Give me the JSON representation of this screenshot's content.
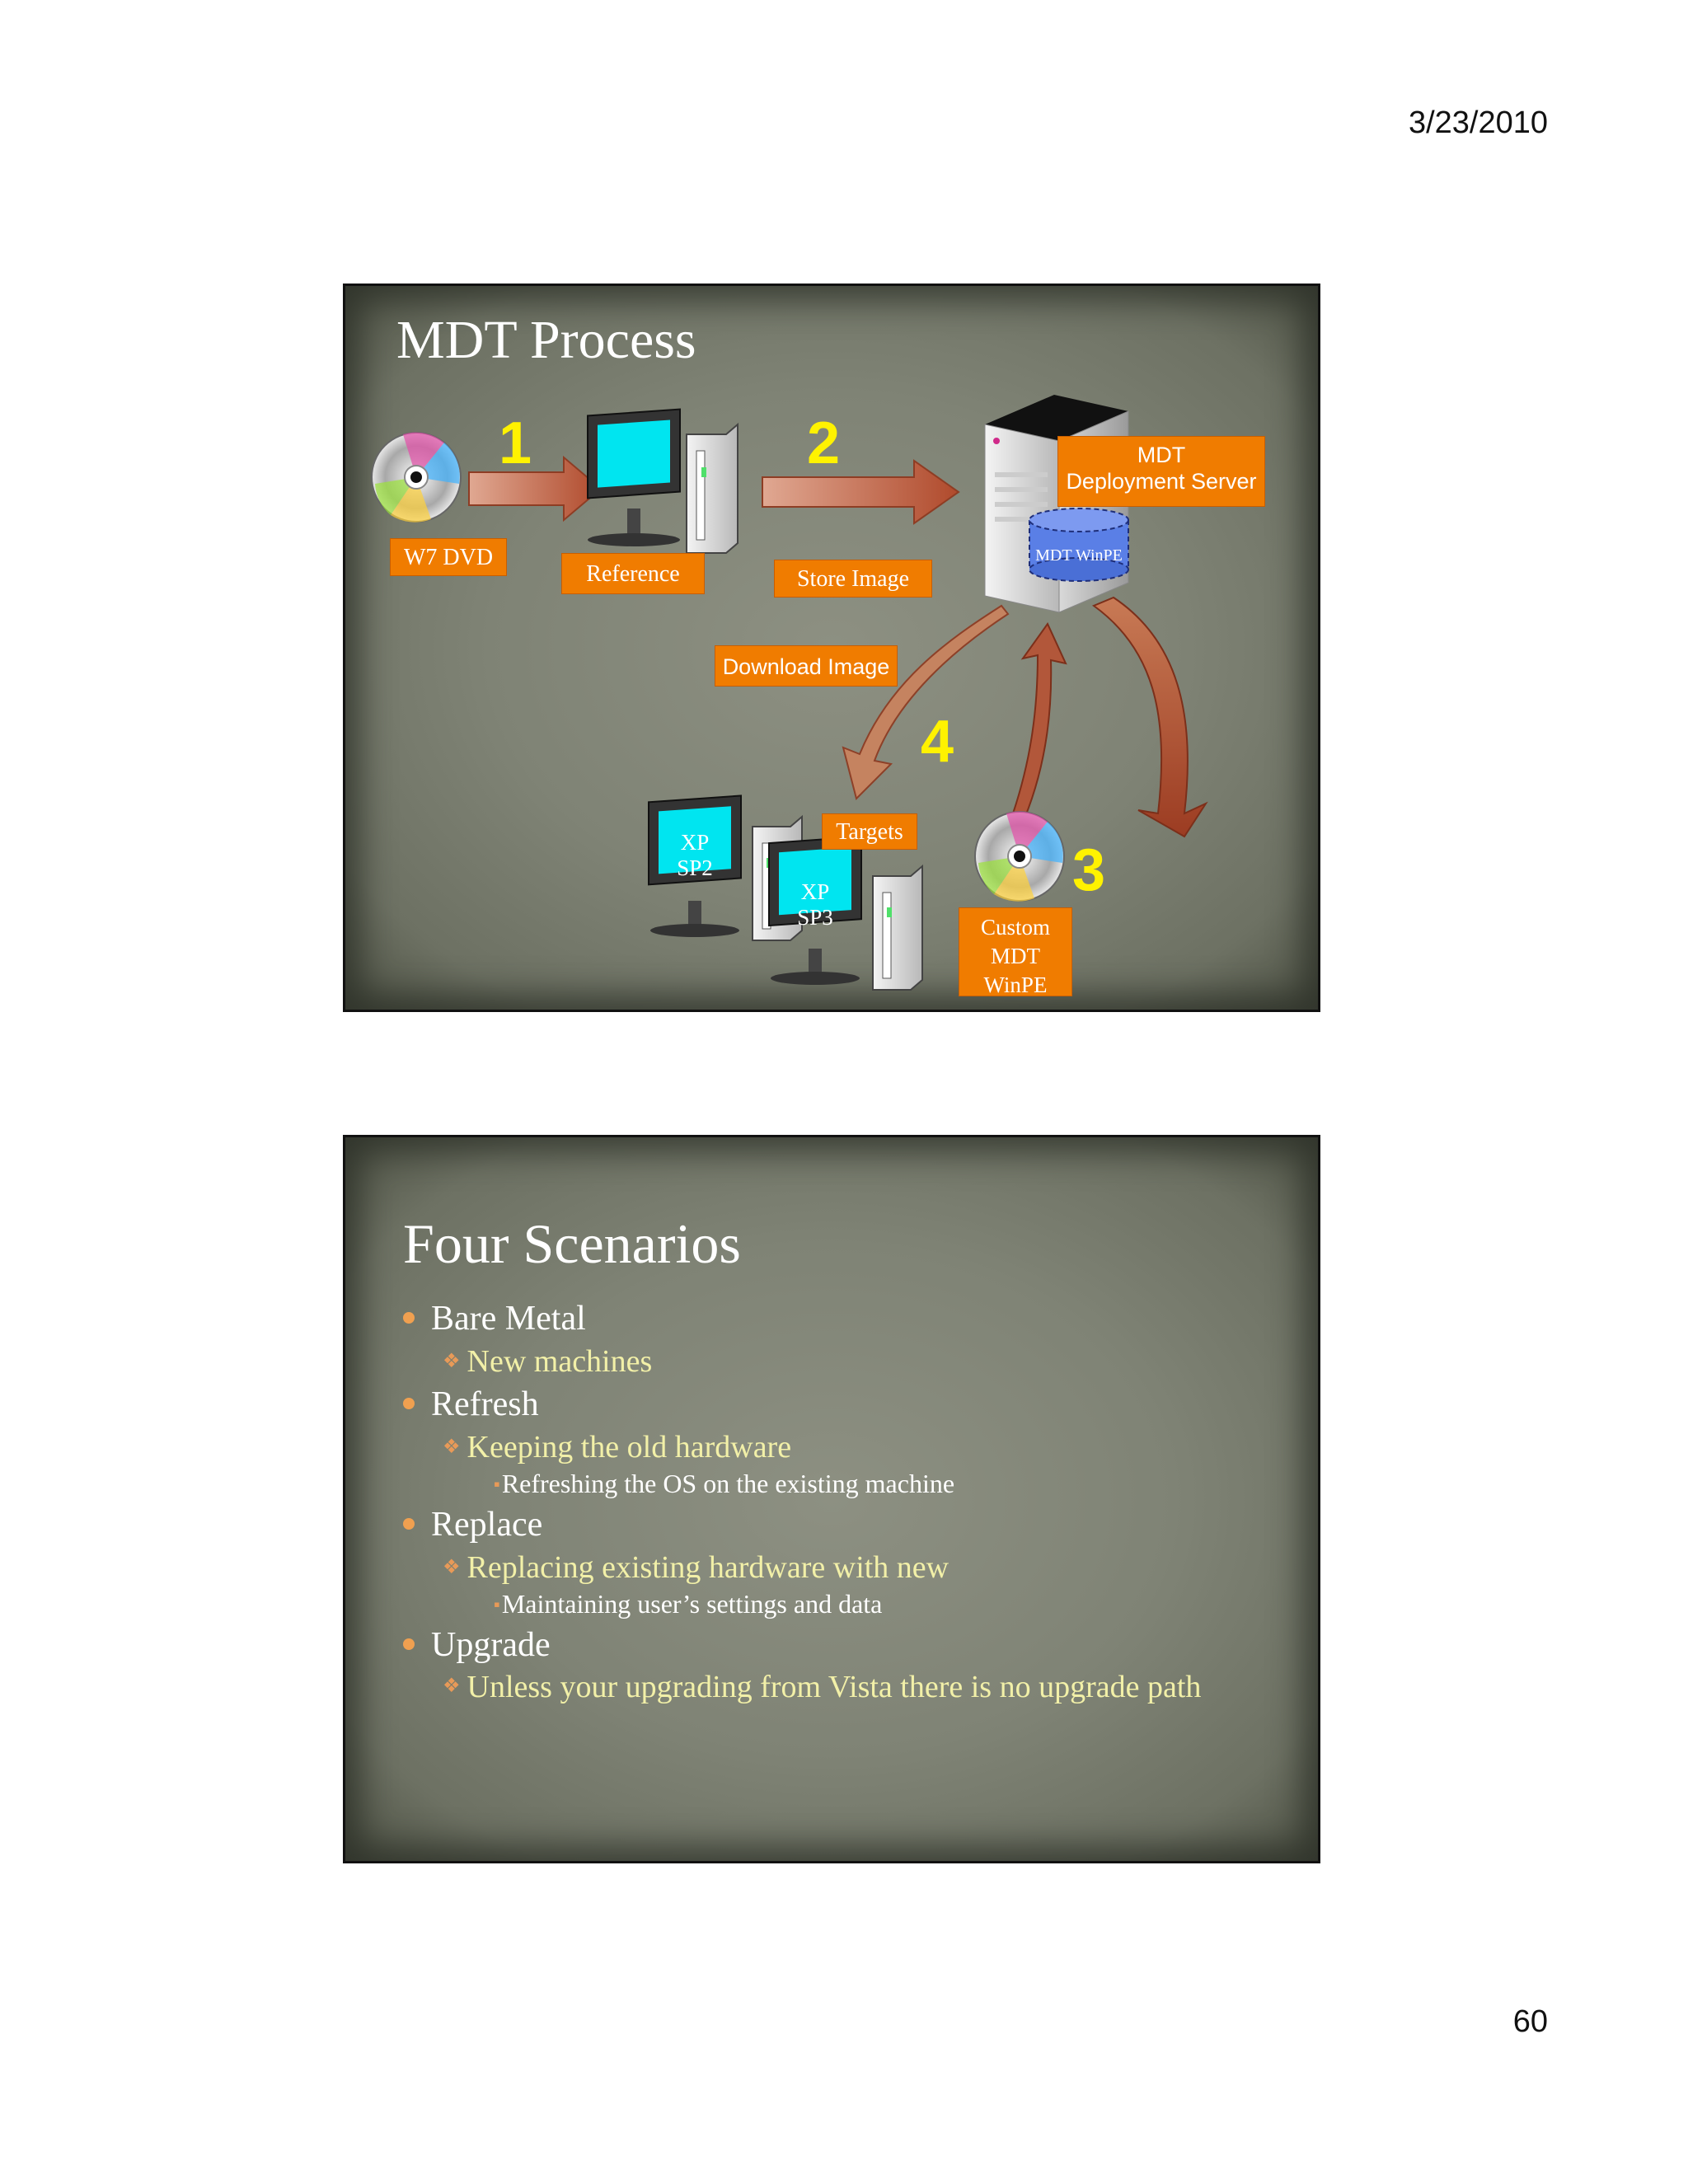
{
  "header": {
    "date": "3/23/2010"
  },
  "footer": {
    "page_number": "60"
  },
  "slide1": {
    "title": "MDT Process",
    "steps": {
      "one": "1",
      "two": "2",
      "three": "3",
      "four": "4"
    },
    "labels": {
      "w7_dvd": "W7 DVD",
      "reference": "Reference",
      "store_image": "Store Image",
      "mdt_line1": "MDT",
      "mdt_line2": "Deployment Server",
      "mdt_winpe": "MDT WinPE",
      "download_image": "Download Image",
      "targets": "Targets",
      "xp_sp2_line1": "XP",
      "xp_sp2_line2": "SP2",
      "xp_sp3_line1": "XP",
      "xp_sp3_line2": "SP3",
      "custom_line1": "Custom",
      "custom_line2": "MDT",
      "custom_line3": "WinPE"
    },
    "colors": {
      "label_bg": "#f07c00",
      "step_number": "#fff200",
      "screen": "#00e5f0",
      "arrow": "#b7553a"
    }
  },
  "slide2": {
    "title": "Four Scenarios",
    "items": [
      {
        "label": "Bare Metal",
        "sub": [
          {
            "label": "New machines",
            "detail": []
          }
        ]
      },
      {
        "label": "Refresh",
        "sub": [
          {
            "label": "Keeping the old hardware",
            "detail": [
              "Refreshing the OS on the existing machine"
            ]
          }
        ]
      },
      {
        "label": "Replace",
        "sub": [
          {
            "label": "Replacing existing hardware with new",
            "detail": [
              "Maintaining user’s settings and data"
            ]
          }
        ]
      },
      {
        "label": "Upgrade",
        "sub": [
          {
            "label": "Unless your upgrading from Vista there is no upgrade path",
            "detail": []
          }
        ]
      }
    ]
  }
}
